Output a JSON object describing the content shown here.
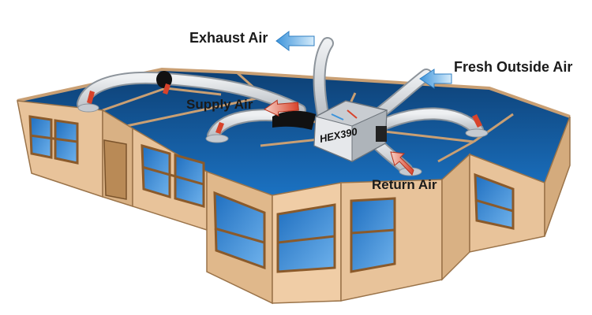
{
  "labels": {
    "exhaust_air": "Exhaust Air",
    "fresh_outside_air": "Fresh Outside Air",
    "supply_air": "Supply Air",
    "return_air": "Return Air",
    "unit_model": "HEX390"
  },
  "icons": [
    "exhaust-arrow-icon",
    "fresh-air-arrow-icon",
    "supply-arrow-icon",
    "return-arrow-icon",
    "duct-vent-icon"
  ],
  "colors": {
    "interior_blue": "#0a5c9e",
    "wall_tan": "#e8c39a",
    "window_frame": "#8a5a2b",
    "window_glass": "#3f8ed6",
    "duct_gray": "#cfd3d8",
    "supply_arrow_red": "#e2533b",
    "fresh_arrow_blue": "#5aa9e6"
  }
}
